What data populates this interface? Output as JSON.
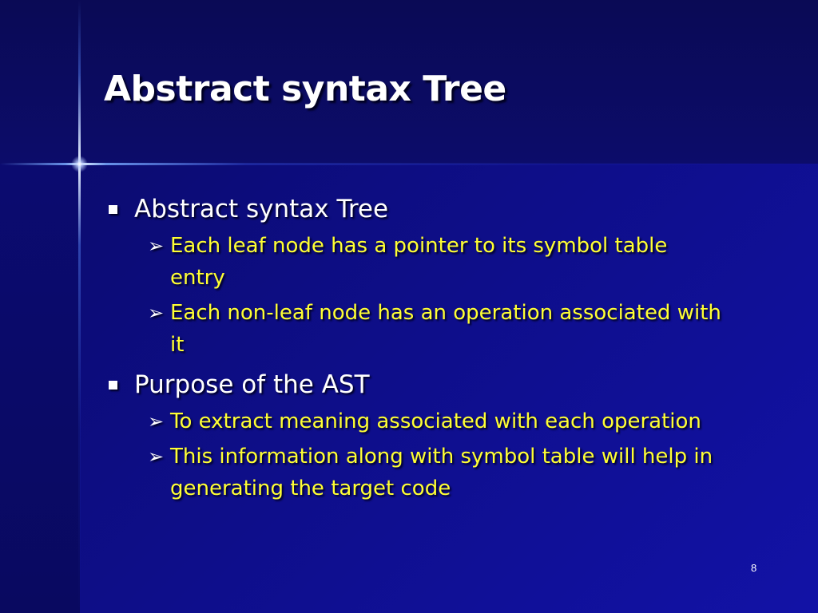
{
  "slide": {
    "title": "Abstract syntax Tree",
    "page_number": "8",
    "colors": {
      "background": "#0d0d82",
      "title_text": "#ffffff",
      "level1_text": "#ffffff",
      "level2_text": "#ffff33"
    }
  },
  "bullets": [
    {
      "text": "Abstract syntax Tree",
      "icon": "square-bullet-icon",
      "children": [
        {
          "text": "Each leaf node has a pointer to its symbol table entry",
          "icon": "arrowhead-bullet-icon"
        },
        {
          "text": "Each non-leaf node has an operation associated with it",
          "icon": "arrowhead-bullet-icon"
        }
      ]
    },
    {
      "text": "Purpose of the AST",
      "icon": "square-bullet-icon",
      "children": [
        {
          "text": "To extract meaning associated with each operation",
          "icon": "arrowhead-bullet-icon"
        },
        {
          "text": "This information along with symbol table will help in generating the target code",
          "icon": "arrowhead-bullet-icon"
        }
      ]
    }
  ]
}
